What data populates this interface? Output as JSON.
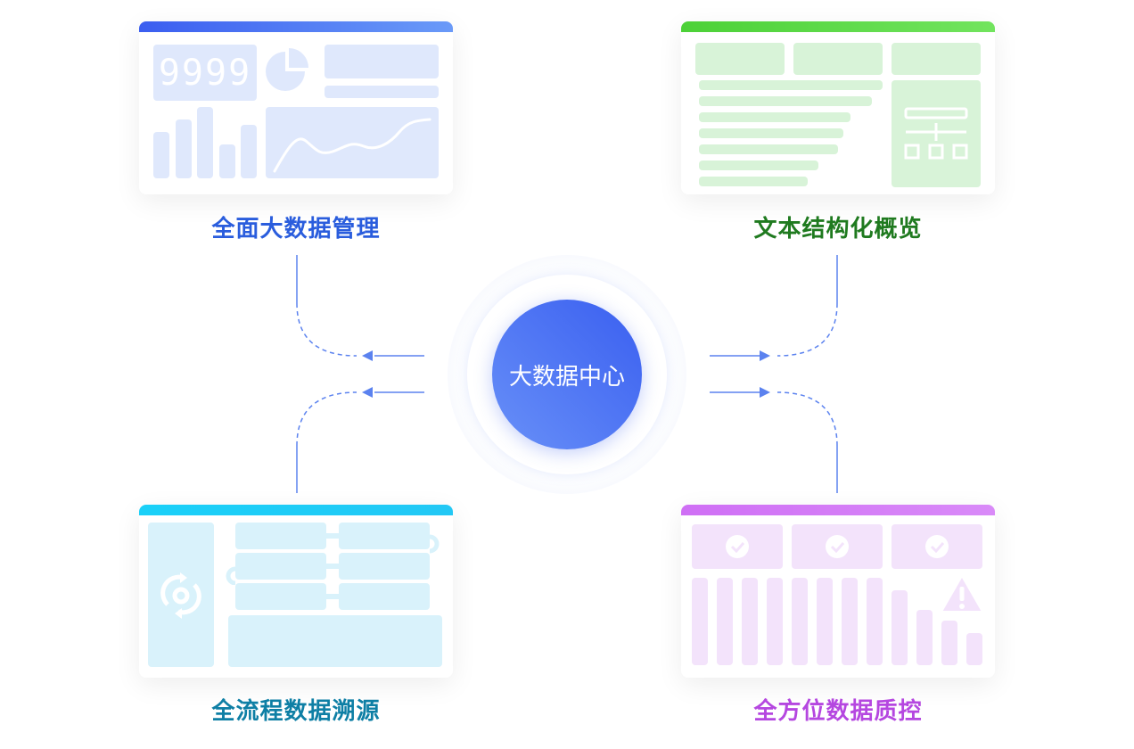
{
  "center": {
    "label": "大数据中心"
  },
  "cards": [
    {
      "title": "全面大数据管理",
      "color": "#2a5ddd",
      "counter": "9999"
    },
    {
      "title": "文本结构化概览",
      "color": "#1f7a1f"
    },
    {
      "title": "全流程数据溯源",
      "color": "#0e7fa5"
    },
    {
      "title": "全方位数据质控",
      "color": "#b547e0"
    }
  ]
}
